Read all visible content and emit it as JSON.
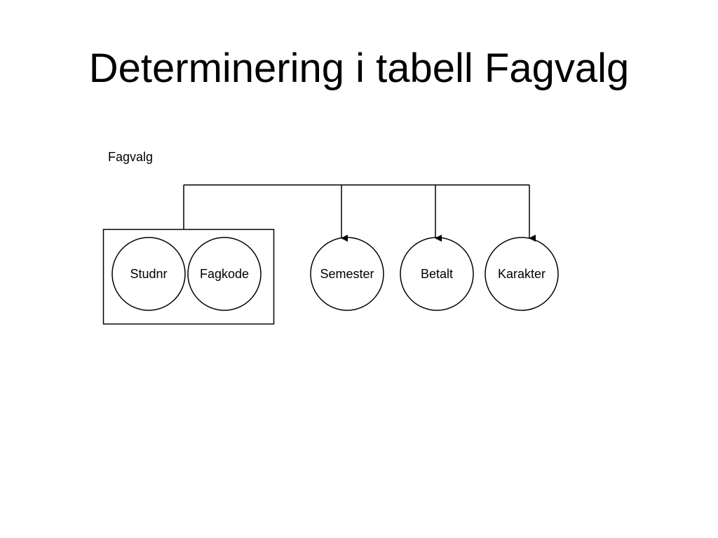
{
  "slide": {
    "title": "Determinering i tabell Fagvalg"
  },
  "diagram": {
    "table_name": "Fagvalg",
    "key_attributes": [
      "Studnr",
      "Fagkode"
    ],
    "dependent_attributes": [
      "Semester",
      "Betalt",
      "Karakter"
    ],
    "line_color": "#000000",
    "background_color": "#ffffff"
  }
}
